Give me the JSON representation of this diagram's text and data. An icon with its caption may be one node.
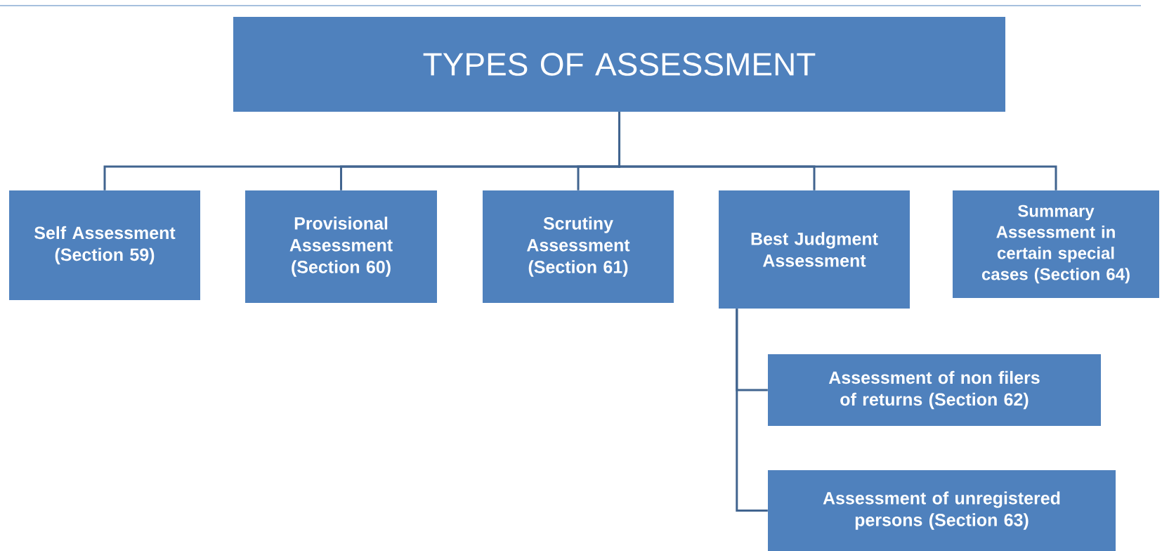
{
  "diagram": {
    "nodes": [
      {
        "text": [
          "TYPES OF ASSESSMENT"
        ]
      },
      {
        "text": [
          "Self Assessment (Section 59)"
        ]
      },
      {
        "text": [
          "Provisional Assessment (Section 60)"
        ]
      },
      {
        "text": [
          "Scrutiny Assessment (Section 61)"
        ]
      },
      {
        "text": [
          "Best Judgment Assessment"
        ]
      },
      {
        "text": [
          "Summary Assessment in certain special cases (Section 64)"
        ]
      },
      {
        "text": [
          "Assessment of non filers of returns (Section 62)"
        ]
      },
      {
        "text": [
          "Assessment of unregistered persons (Section 63)"
        ]
      }
    ],
    "edges": [
      {
        "from": 0,
        "to": 1,
        "arrow": "none"
      },
      {
        "from": 0,
        "to": 2,
        "arrow": "none"
      },
      {
        "from": 0,
        "to": 3,
        "arrow": "none"
      },
      {
        "from": 0,
        "to": 4,
        "arrow": "none"
      },
      {
        "from": 0,
        "to": 5,
        "arrow": "none"
      },
      {
        "from": 4,
        "to": 6,
        "arrow": "none"
      },
      {
        "from": 4,
        "to": 7,
        "arrow": "none"
      }
    ]
  }
}
